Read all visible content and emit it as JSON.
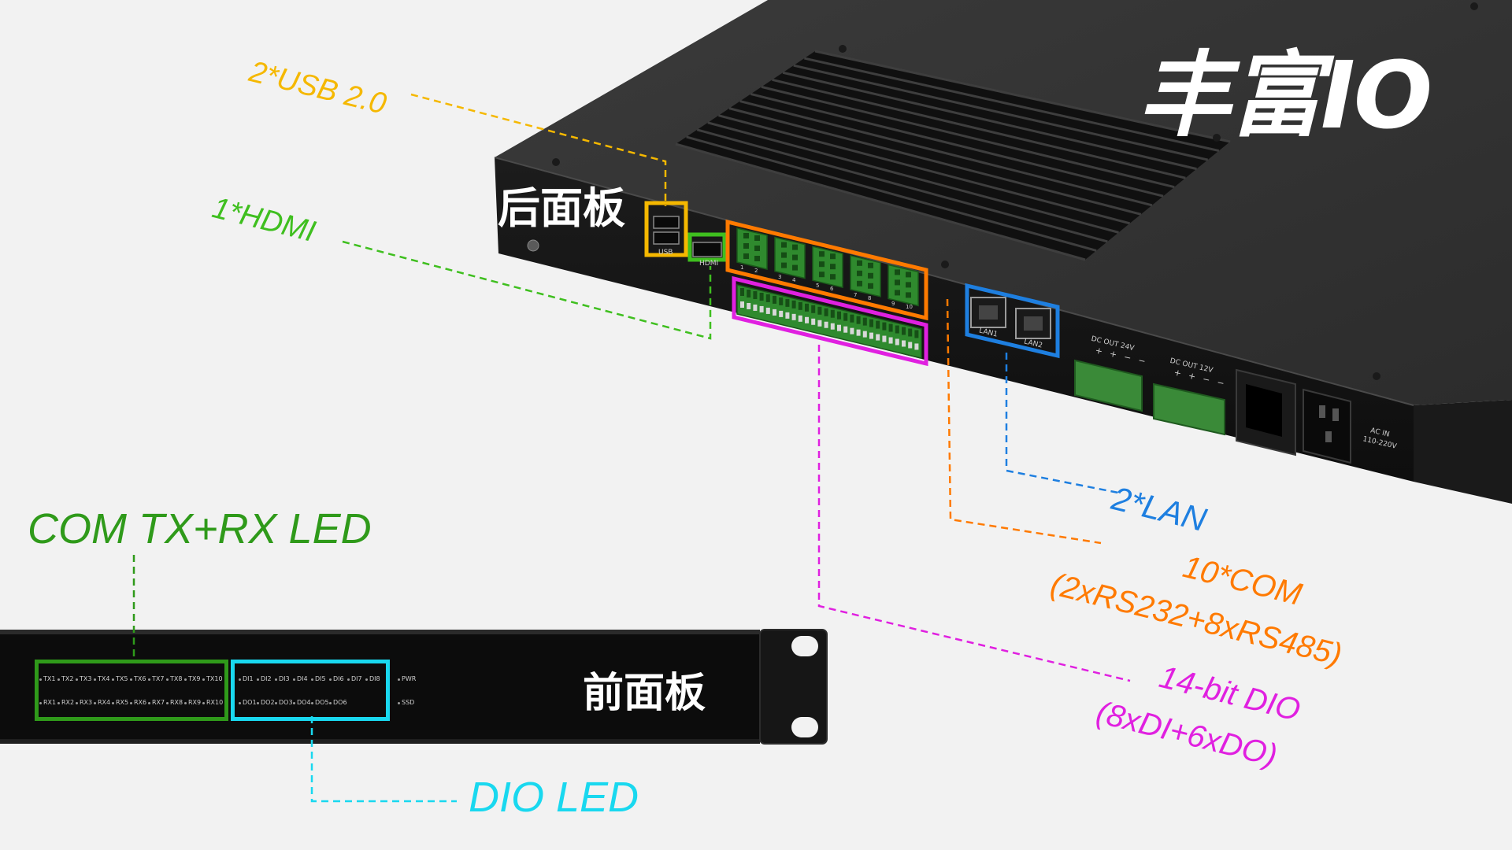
{
  "title": "丰富IO",
  "rear_panel_label": "后面板",
  "front_panel_label": "前面板",
  "colors": {
    "usb": "#f5b800",
    "hdmi": "#3fbf1f",
    "com": "#ff7a00",
    "dio": "#e020e0",
    "lan": "#1e7fe0",
    "com_led": "#2f9a1a",
    "dio_led": "#19d8ef"
  },
  "callouts": {
    "usb": "2*USB 2.0",
    "hdmi": "1*HDMI",
    "lan": "2*LAN",
    "com_line1": "10*COM",
    "com_line2": "(2xRS232+8xRS485)",
    "dio_line1": "14-bit DIO",
    "dio_line2": "(8xDI+6xDO)",
    "com_led": "COM TX+RX LED",
    "dio_led": "DIO LED"
  },
  "rear_port_labels": {
    "dc24": "DC OUT 24V",
    "dc12": "DC OUT 12V",
    "ac": "AC IN",
    "ac_range": "110-220V",
    "usb": "USB",
    "hdmi": "HDMI",
    "com_idx": [
      "1",
      "2",
      "3",
      "4",
      "5",
      "6",
      "7",
      "8",
      "9",
      "10"
    ],
    "lan": [
      "LAN1",
      "LAN2"
    ],
    "polarity": [
      "+",
      "+",
      "−",
      "−"
    ]
  },
  "front_leds": {
    "tx": [
      "TX1",
      "TX2",
      "TX3",
      "TX4",
      "TX5",
      "TX6",
      "TX7",
      "TX8",
      "TX9",
      "TX10"
    ],
    "rx": [
      "RX1",
      "RX2",
      "RX3",
      "RX4",
      "RX5",
      "RX6",
      "RX7",
      "RX8",
      "RX9",
      "RX10"
    ],
    "di": [
      "DI1",
      "DI2",
      "DI3",
      "DI4",
      "DI5",
      "DI6",
      "DI7",
      "DI8"
    ],
    "do": [
      "DO1",
      "DO2",
      "DO3",
      "DO4",
      "DO5",
      "DO6"
    ],
    "status": [
      "PWR",
      "SSD"
    ]
  }
}
